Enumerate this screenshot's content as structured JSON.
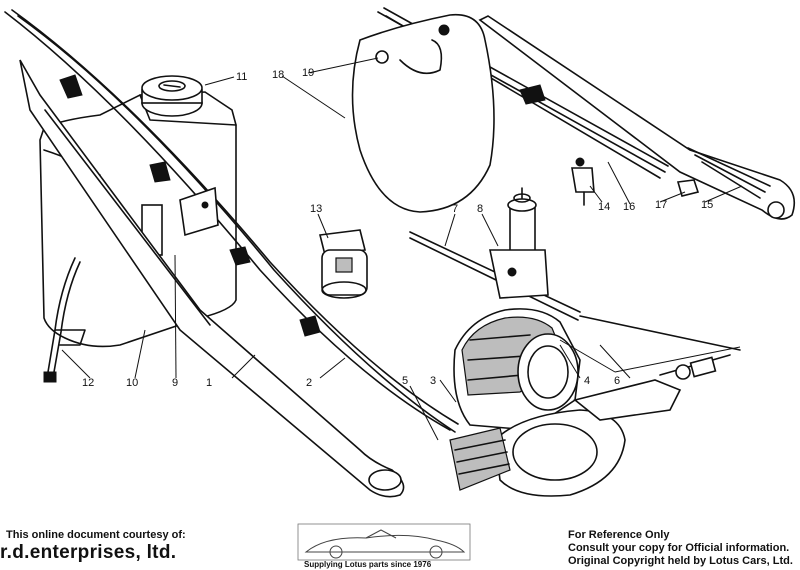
{
  "callouts": [
    {
      "id": "1",
      "label": "1"
    },
    {
      "id": "2",
      "label": "2"
    },
    {
      "id": "3",
      "label": "3"
    },
    {
      "id": "4",
      "label": "4"
    },
    {
      "id": "5",
      "label": "5"
    },
    {
      "id": "6",
      "label": "6"
    },
    {
      "id": "7",
      "label": "7"
    },
    {
      "id": "8",
      "label": "8"
    },
    {
      "id": "9",
      "label": "9"
    },
    {
      "id": "10",
      "label": "10"
    },
    {
      "id": "11",
      "label": "11"
    },
    {
      "id": "12",
      "label": "12"
    },
    {
      "id": "13",
      "label": "13"
    },
    {
      "id": "14",
      "label": "14"
    },
    {
      "id": "15",
      "label": "15"
    },
    {
      "id": "16",
      "label": "16"
    },
    {
      "id": "17",
      "label": "17"
    },
    {
      "id": "18",
      "label": "18"
    },
    {
      "id": "19",
      "label": "19"
    }
  ],
  "footer": {
    "credit_line": "This online document courtesy of:",
    "company": "r.d.enterprises, ltd.",
    "logo_caption": "Supplying Lotus parts since 1976",
    "notice_line1": "For Reference Only",
    "notice_line2": "Consult your copy for Official information.",
    "notice_line3": "Original Copyright held by Lotus Cars, Ltd."
  }
}
